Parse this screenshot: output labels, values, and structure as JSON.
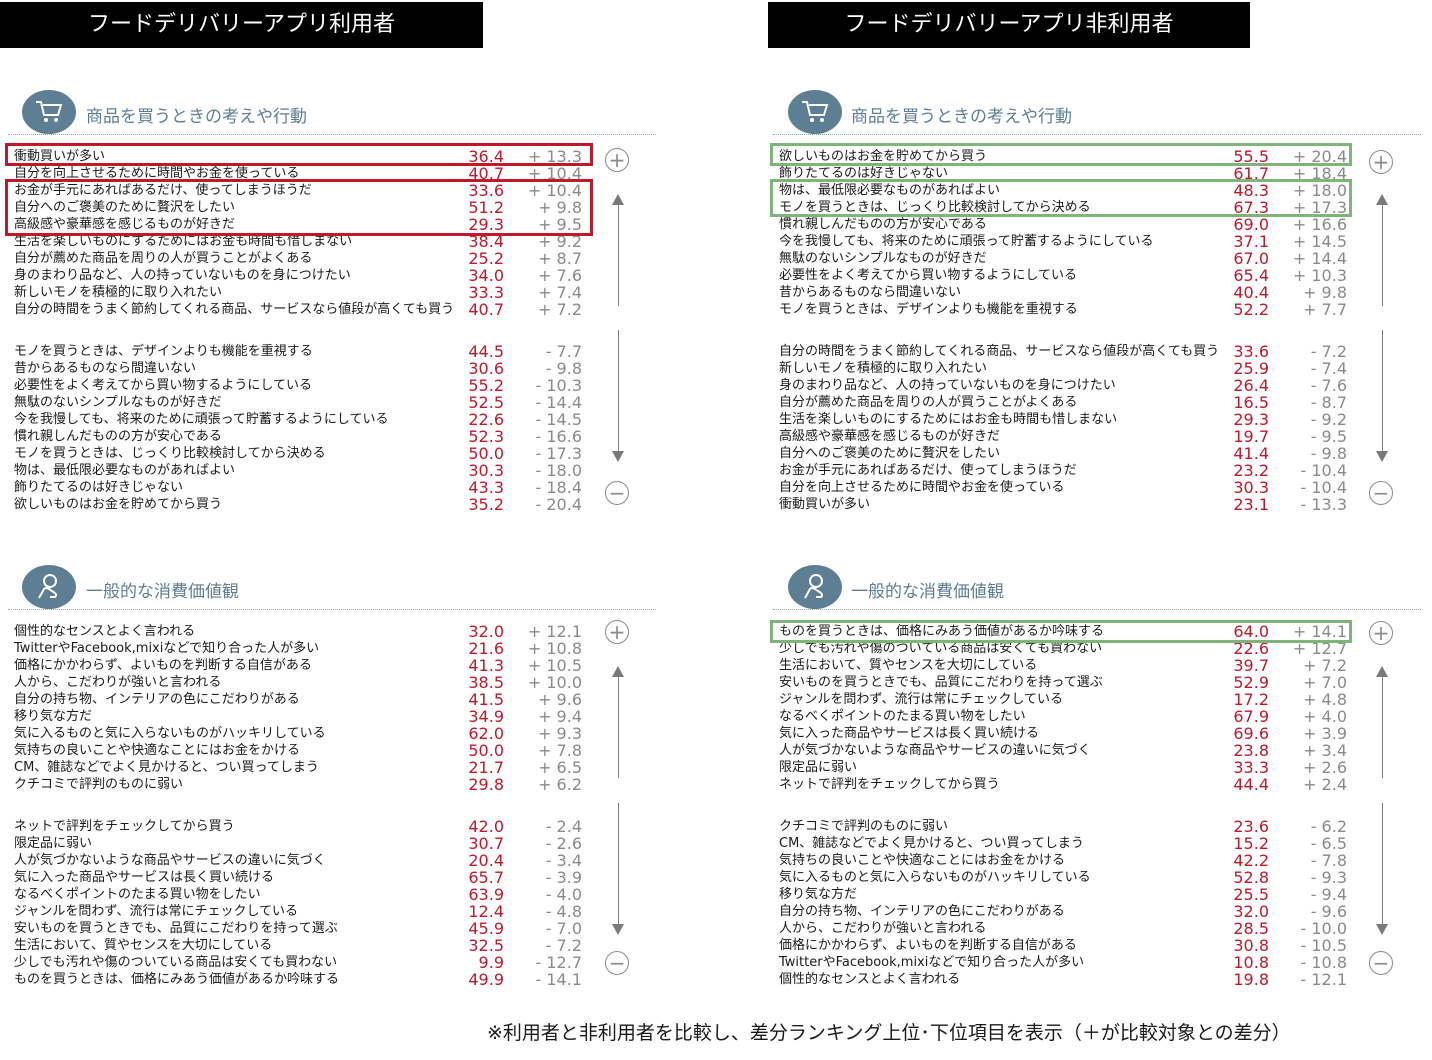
{
  "footnote": "※利用者と非利用者を比較し、差分ランキング上位･下位項目を表示（＋が比較対象との差分）",
  "colors": {
    "value": "#c0192a",
    "diff": "#8a8a8a",
    "accent": "#5e7e93",
    "highlight_red": "#c0192a",
    "highlight_green": "#7fb47a"
  },
  "icons": [
    "shopping-cart-icon",
    "hand-coin-icon",
    "plus-circle-icon",
    "minus-circle-icon"
  ],
  "chart_data": [
    {
      "type": "table",
      "panel": "フードデリバリーアプリ利用者",
      "section": "商品を買うときの考えや行動",
      "rows": [
        {
          "label": "衝動買いが多い",
          "value": "36.4",
          "diff": "+ 13.3"
        },
        {
          "label": "自分を向上させるために時間やお金を使っている",
          "value": "40.7",
          "diff": "+ 10.4"
        },
        {
          "label": "お金が手元にあればあるだけ、使ってしまうほうだ",
          "value": "33.6",
          "diff": "+ 10.4"
        },
        {
          "label": "自分へのご褒美のために贅沢をしたい",
          "value": "51.2",
          "diff": "+ 9.8"
        },
        {
          "label": "高級感や豪華感を感じるものが好きだ",
          "value": "29.3",
          "diff": "+ 9.5"
        },
        {
          "label": "生活を楽しいものにするためにはお金も時間も惜しまない",
          "value": "38.4",
          "diff": "+ 9.2"
        },
        {
          "label": "自分が薦めた商品を周りの人が買うことがよくある",
          "value": "25.2",
          "diff": "+ 8.7"
        },
        {
          "label": "身のまわり品など、人の持っていないものを身につけたい",
          "value": "34.0",
          "diff": "+ 7.6"
        },
        {
          "label": "新しいモノを積極的に取り入れたい",
          "value": "33.3",
          "diff": "+ 7.4"
        },
        {
          "label": "自分の時間をうまく節約してくれる商品、サービスなら値段が高くても買う",
          "value": "40.7",
          "diff": "+ 7.2"
        },
        {
          "label": "モノを買うときは、デザインよりも機能を重視する",
          "value": "44.5",
          "diff": "- 7.7"
        },
        {
          "label": "昔からあるものなら間違いない",
          "value": "30.6",
          "diff": "- 9.8"
        },
        {
          "label": "必要性をよく考えてから買い物するようにしている",
          "value": "55.2",
          "diff": "- 10.3"
        },
        {
          "label": "無駄のないシンプルなものが好きだ",
          "value": "52.5",
          "diff": "- 14.4"
        },
        {
          "label": "今を我慢しても、将来のために頑張って貯蓄するようにしている",
          "value": "22.6",
          "diff": "- 14.5"
        },
        {
          "label": "慣れ親しんだものの方が安心である",
          "value": "52.3",
          "diff": "- 16.6"
        },
        {
          "label": "モノを買うときは、じっくり比較検討してから決める",
          "value": "50.0",
          "diff": "- 17.3"
        },
        {
          "label": "物は、最低限必要なものがあればよい",
          "value": "30.3",
          "diff": "- 18.0"
        },
        {
          "label": "飾りたてるのは好きじゃない",
          "value": "43.3",
          "diff": "- 18.4"
        },
        {
          "label": "欲しいものはお金を貯めてから買う",
          "value": "35.2",
          "diff": "- 20.4"
        }
      ]
    },
    {
      "type": "table",
      "panel": "フードデリバリーアプリ利用者",
      "section": "一般的な消費価値観",
      "rows": [
        {
          "label": "個性的なセンスとよく言われる",
          "value": "32.0",
          "diff": "+ 12.1"
        },
        {
          "label": "TwitterやFacebook,mixiなどで知り合った人が多い",
          "value": "21.6",
          "diff": "+ 10.8"
        },
        {
          "label": "価格にかかわらず、よいものを判断する自信がある",
          "value": "41.3",
          "diff": "+ 10.5"
        },
        {
          "label": "人から、こだわりが強いと言われる",
          "value": "38.5",
          "diff": "+ 10.0"
        },
        {
          "label": "自分の持ち物、インテリアの色にこだわりがある",
          "value": "41.5",
          "diff": "+ 9.6"
        },
        {
          "label": "移り気な方だ",
          "value": "34.9",
          "diff": "+ 9.4"
        },
        {
          "label": "気に入るものと気に入らないものがハッキリしている",
          "value": "62.0",
          "diff": "+ 9.3"
        },
        {
          "label": "気持ちの良いことや快適なことにはお金をかける",
          "value": "50.0",
          "diff": "+ 7.8"
        },
        {
          "label": "CM、雑誌などでよく見かけると、つい買ってしまう",
          "value": "21.7",
          "diff": "+ 6.5"
        },
        {
          "label": "クチコミで評判のものに弱い",
          "value": "29.8",
          "diff": "+ 6.2"
        },
        {
          "label": "ネットで評判をチェックしてから買う",
          "value": "42.0",
          "diff": "- 2.4"
        },
        {
          "label": "限定品に弱い",
          "value": "30.7",
          "diff": "- 2.6"
        },
        {
          "label": "人が気づかないような商品やサービスの違いに気づく",
          "value": "20.4",
          "diff": "- 3.4"
        },
        {
          "label": "気に入った商品やサービスは長く買い続ける",
          "value": "65.7",
          "diff": "- 3.9"
        },
        {
          "label": "なるべくポイントのたまる買い物をしたい",
          "value": "63.9",
          "diff": "- 4.0"
        },
        {
          "label": "ジャンルを問わず、流行は常にチェックしている",
          "value": "12.4",
          "diff": "- 4.8"
        },
        {
          "label": "安いものを買うときでも、品質にこだわりを持って選ぶ",
          "value": "45.9",
          "diff": "- 7.0"
        },
        {
          "label": "生活において、質やセンスを大切にしている",
          "value": "32.5",
          "diff": "- 7.2"
        },
        {
          "label": "少しでも汚れや傷のついている商品は安くても買わない",
          "value": "9.9",
          "diff": "- 12.7"
        },
        {
          "label": "ものを買うときは、価格にみあう価値があるか吟味する",
          "value": "49.9",
          "diff": "- 14.1"
        }
      ]
    },
    {
      "type": "table",
      "panel": "フードデリバリーアプリ非利用者",
      "section": "商品を買うときの考えや行動",
      "rows": [
        {
          "label": "欲しいものはお金を貯めてから買う",
          "value": "55.5",
          "diff": "+ 20.4"
        },
        {
          "label": "飾りたてるのは好きじゃない",
          "value": "61.7",
          "diff": "+ 18.4"
        },
        {
          "label": "物は、最低限必要なものがあればよい",
          "value": "48.3",
          "diff": "+ 18.0"
        },
        {
          "label": "モノを買うときは、じっくり比較検討してから決める",
          "value": "67.3",
          "diff": "+ 17.3"
        },
        {
          "label": "慣れ親しんだものの方が安心である",
          "value": "69.0",
          "diff": "+ 16.6"
        },
        {
          "label": "今を我慢しても、将来のために頑張って貯蓄するようにしている",
          "value": "37.1",
          "diff": "+ 14.5"
        },
        {
          "label": "無駄のないシンプルなものが好きだ",
          "value": "67.0",
          "diff": "+ 14.4"
        },
        {
          "label": "必要性をよく考えてから買い物するようにしている",
          "value": "65.4",
          "diff": "+ 10.3"
        },
        {
          "label": "昔からあるものなら間違いない",
          "value": "40.4",
          "diff": "+ 9.8"
        },
        {
          "label": "モノを買うときは、デザインよりも機能を重視する",
          "value": "52.2",
          "diff": "+ 7.7"
        },
        {
          "label": "自分の時間をうまく節約してくれる商品、サービスなら値段が高くても買う",
          "value": "33.6",
          "diff": "- 7.2"
        },
        {
          "label": "新しいモノを積極的に取り入れたい",
          "value": "25.9",
          "diff": "- 7.4"
        },
        {
          "label": "身のまわり品など、人の持っていないものを身につけたい",
          "value": "26.4",
          "diff": "- 7.6"
        },
        {
          "label": "自分が薦めた商品を周りの人が買うことがよくある",
          "value": "16.5",
          "diff": "- 8.7"
        },
        {
          "label": "生活を楽しいものにするためにはお金も時間も惜しまない",
          "value": "29.3",
          "diff": "- 9.2"
        },
        {
          "label": "高級感や豪華感を感じるものが好きだ",
          "value": "19.7",
          "diff": "- 9.5"
        },
        {
          "label": "自分へのご褒美のために贅沢をしたい",
          "value": "41.4",
          "diff": "- 9.8"
        },
        {
          "label": "お金が手元にあればあるだけ、使ってしまうほうだ",
          "value": "23.2",
          "diff": "- 10.4"
        },
        {
          "label": "自分を向上させるために時間やお金を使っている",
          "value": "30.3",
          "diff": "- 10.4"
        },
        {
          "label": "衝動買いが多い",
          "value": "23.1",
          "diff": "- 13.3"
        }
      ]
    },
    {
      "type": "table",
      "panel": "フードデリバリーアプリ非利用者",
      "section": "一般的な消費価値観",
      "rows": [
        {
          "label": "ものを買うときは、価格にみあう価値があるか吟味する",
          "value": "64.0",
          "diff": "+ 14.1"
        },
        {
          "label": "少しでも汚れや傷のついている商品は安くても買わない",
          "value": "22.6",
          "diff": "+ 12.7"
        },
        {
          "label": "生活において、質やセンスを大切にしている",
          "value": "39.7",
          "diff": "+ 7.2"
        },
        {
          "label": "安いものを買うときでも、品質にこだわりを持って選ぶ",
          "value": "52.9",
          "diff": "+ 7.0"
        },
        {
          "label": "ジャンルを問わず、流行は常にチェックしている",
          "value": "17.2",
          "diff": "+ 4.8"
        },
        {
          "label": "なるべくポイントのたまる買い物をしたい",
          "value": "67.9",
          "diff": "+ 4.0"
        },
        {
          "label": "気に入った商品やサービスは長く買い続ける",
          "value": "69.6",
          "diff": "+ 3.9"
        },
        {
          "label": "人が気づかないような商品やサービスの違いに気づく",
          "value": "23.8",
          "diff": "+ 3.4"
        },
        {
          "label": "限定品に弱い",
          "value": "33.3",
          "diff": "+ 2.6"
        },
        {
          "label": "ネットで評判をチェックしてから買う",
          "value": "44.4",
          "diff": "+ 2.4"
        },
        {
          "label": "クチコミで評判のものに弱い",
          "value": "23.6",
          "diff": "- 6.2"
        },
        {
          "label": "CM、雑誌などでよく見かけると、つい買ってしまう",
          "value": "15.2",
          "diff": "- 6.5"
        },
        {
          "label": "気持ちの良いことや快適なことにはお金をかける",
          "value": "42.2",
          "diff": "- 7.8"
        },
        {
          "label": "気に入るものと気に入らないものがハッキリしている",
          "value": "52.8",
          "diff": "- 9.3"
        },
        {
          "label": "移り気な方だ",
          "value": "25.5",
          "diff": "- 9.4"
        },
        {
          "label": "自分の持ち物、インテリアの色にこだわりがある",
          "value": "32.0",
          "diff": "- 9.6"
        },
        {
          "label": "人から、こだわりが強いと言われる",
          "value": "28.5",
          "diff": "- 10.0"
        },
        {
          "label": "価格にかかわらず、よいものを判断する自信がある",
          "value": "30.8",
          "diff": "- 10.5"
        },
        {
          "label": "TwitterやFacebook,mixiなどで知り合った人が多い",
          "value": "10.8",
          "diff": "- 10.8"
        },
        {
          "label": "個性的なセンスとよく言われる",
          "value": "19.8",
          "diff": "- 12.1"
        }
      ]
    }
  ]
}
